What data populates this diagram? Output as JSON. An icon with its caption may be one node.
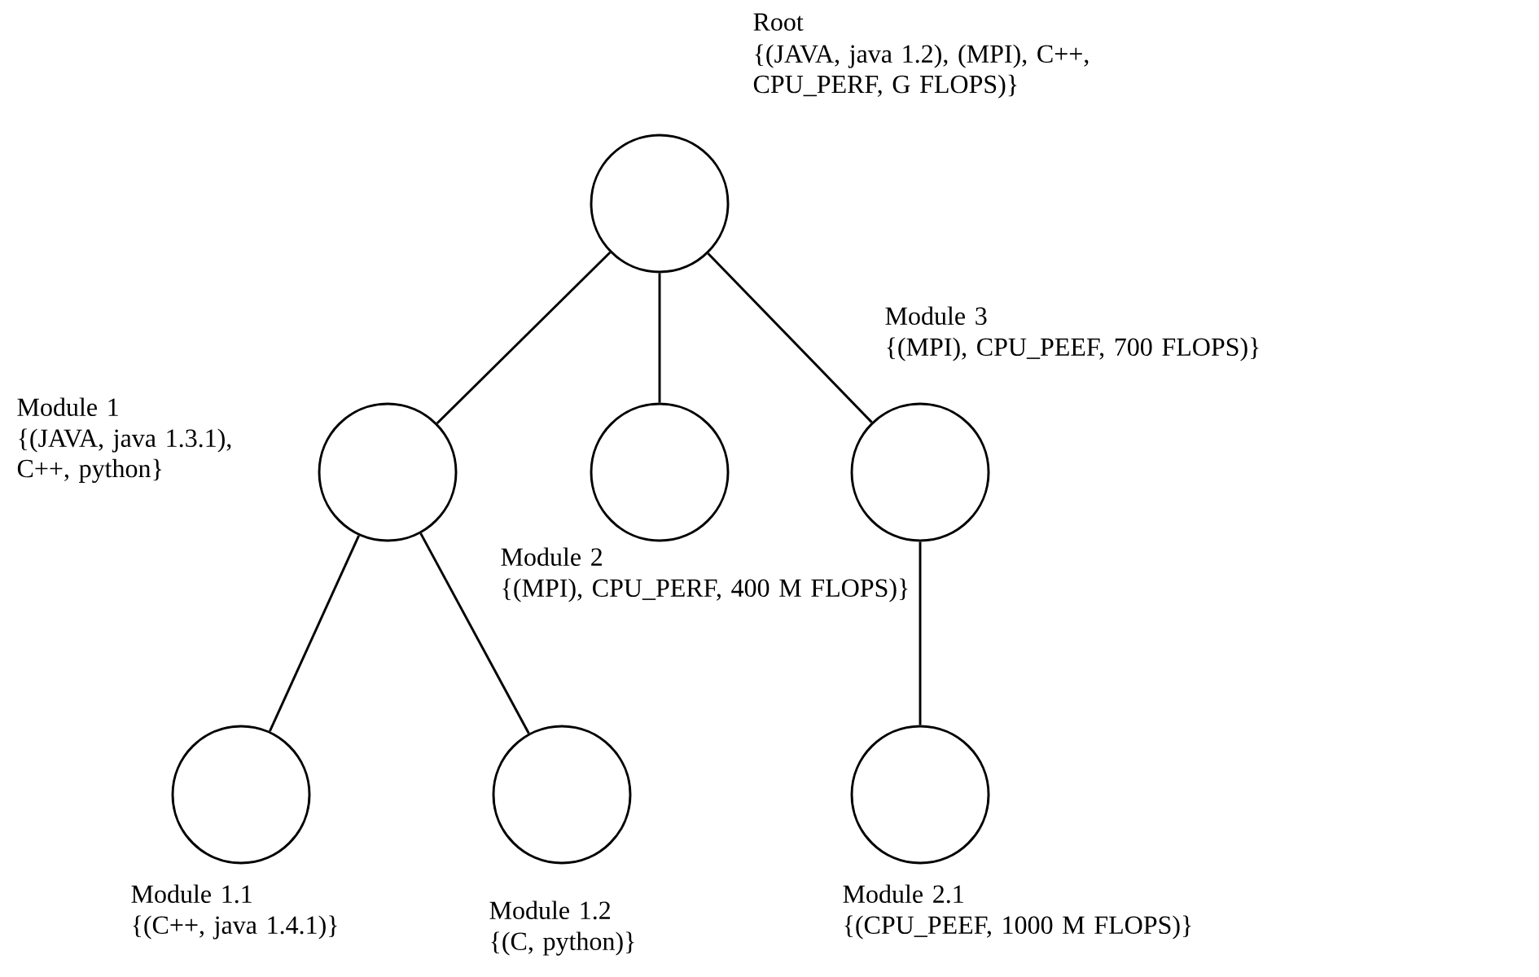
{
  "diagram": {
    "nodes": [
      {
        "text": [],
        "shape": "circle",
        "beside": [
          "Root",
          "{(JAVA, java 1.2), (MPI), C++, CPU_PERF, G FLOPS)}"
        ]
      },
      {
        "text": [],
        "shape": "circle",
        "beside": [
          "Module 1",
          "{(JAVA, java 1.3.1), C++, python}"
        ]
      },
      {
        "text": [],
        "shape": "circle",
        "beside": [
          "Module 2",
          "{(MPI), CPU_PERF, 400 M FLOPS)}"
        ]
      },
      {
        "text": [],
        "shape": "circle",
        "beside": [
          "Module 3",
          "{(MPI), CPU_PEEF, 700 FLOPS)}"
        ]
      },
      {
        "text": [],
        "shape": "circle",
        "beside": [
          "Module 1.1",
          "{(C++, java 1.4.1)}"
        ]
      },
      {
        "text": [],
        "shape": "circle",
        "beside": [
          "Module 1.2",
          "{(C, python)}"
        ]
      },
      {
        "text": [],
        "shape": "circle",
        "beside": [
          "Module 2.1",
          "{(CPU_PEEF, 1000 M FLOPS)}"
        ]
      }
    ],
    "edges": [
      {
        "from": 0,
        "to": 1,
        "arrow": "none"
      },
      {
        "from": 0,
        "to": 2,
        "arrow": "none"
      },
      {
        "from": 0,
        "to": 3,
        "arrow": "none"
      },
      {
        "from": 1,
        "to": 4,
        "arrow": "none"
      },
      {
        "from": 1,
        "to": 5,
        "arrow": "none"
      },
      {
        "from": 3,
        "to": 6,
        "arrow": "none"
      }
    ]
  }
}
